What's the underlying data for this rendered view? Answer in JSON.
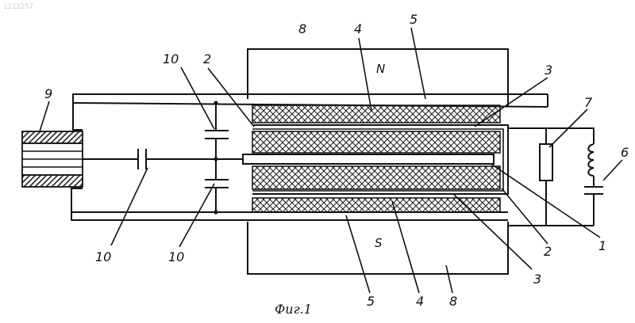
{
  "document_id": "1212257",
  "figure_caption": "Фиг.1",
  "poles": {
    "north": "N",
    "south": "S"
  },
  "labels": {
    "l8_top": "8",
    "l4_top": "4",
    "l5_top": "5",
    "l2_top": "2",
    "l10_top": "10",
    "l9": "9",
    "l3_top": "3",
    "l7": "7",
    "l6": "6",
    "l10_bottom_left": "10",
    "l10_bottom_mid": "10",
    "l2_right": "2",
    "l1_right": "1",
    "l3_bottom": "3",
    "l5_bottom": "5",
    "l4_bottom": "4",
    "l8_bottom": "8"
  }
}
